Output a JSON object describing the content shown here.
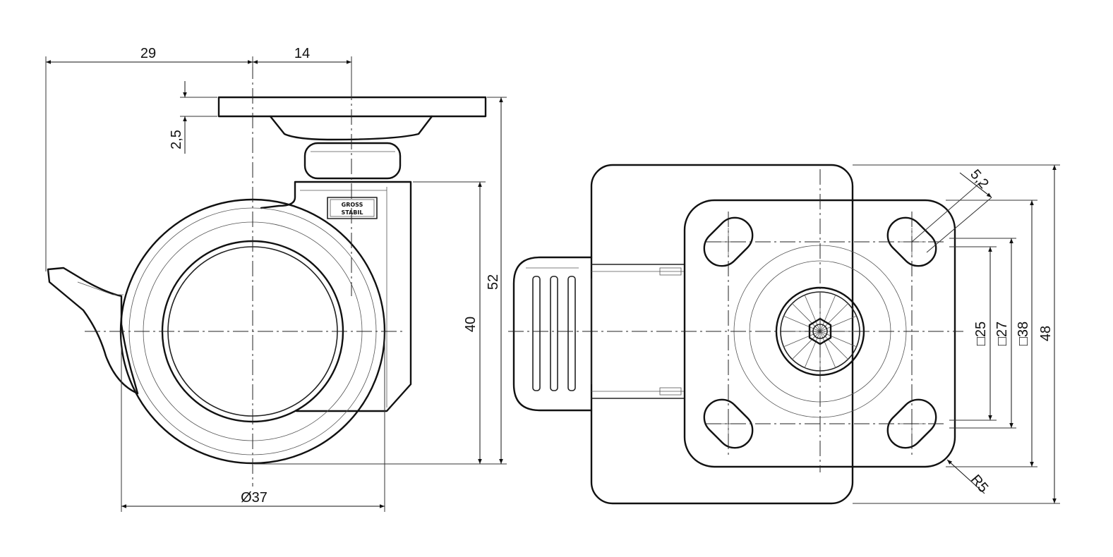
{
  "drawing": {
    "side_view": {
      "dim_offset_left": "29",
      "dim_offset_right": "14",
      "dim_plate_thickness": "2,5",
      "dim_total_height": "52",
      "dim_wheel_height": "40",
      "dim_wheel_diameter": "Ø37",
      "logo_line1": "GROSS",
      "logo_line2": "STABIL"
    },
    "top_view": {
      "dim_bolt_hole": "5,2",
      "dim_hole_spacing_small": "□25",
      "dim_hole_spacing_large": "□27",
      "dim_plate_size": "□38",
      "dim_total_width": "48",
      "dim_corner_radius": "R5"
    }
  }
}
